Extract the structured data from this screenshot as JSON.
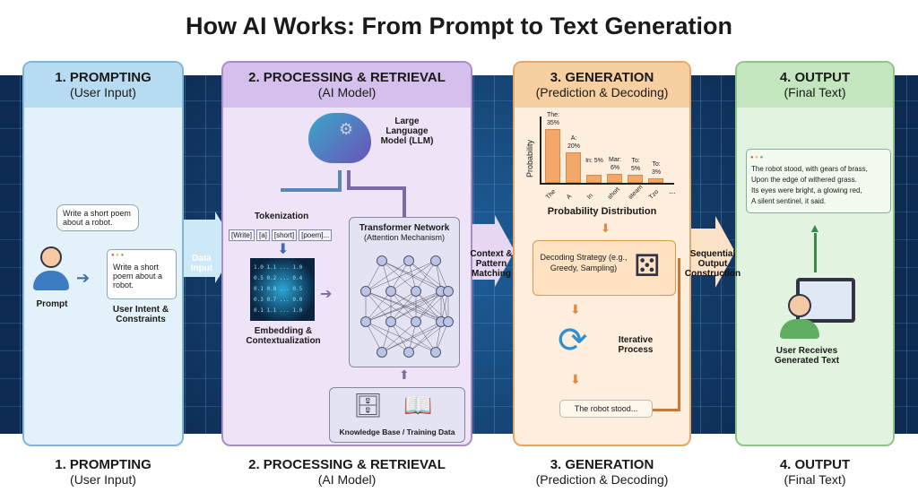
{
  "title": "How AI Works: From Prompt to Text Generation",
  "panels": [
    {
      "num": "1. PROMPTING",
      "sub": "(User Input)"
    },
    {
      "num": "2. PROCESSING & RETRIEVAL",
      "sub": "(AI Model)"
    },
    {
      "num": "3. GENERATION",
      "sub": "(Prediction & Decoding)"
    },
    {
      "num": "4. OUTPUT",
      "sub": "(Final Text)"
    }
  ],
  "prompting": {
    "bubble": "Write a short poem about a robot.",
    "window_text": "Write a short poem about a robot.",
    "user_label": "Prompt",
    "intent_label": "User Intent & Constraints"
  },
  "connectors": {
    "data_input": "Data Input",
    "context": "Context & Pattern Matching",
    "sequential": "Sequential Output Construction"
  },
  "processing": {
    "llm": "Large Language Model (LLM)",
    "tokenization": "Tokenization",
    "tokens": [
      "[Write]",
      "[a]",
      "[short]",
      "[poem]..."
    ],
    "embedding": "Embedding & Contextualization",
    "matrix": [
      "1.0 1.1 ... 1.0",
      "0.5 0.2 ... 0.4",
      "0.1 0.8 ... 0.5",
      "0.3 0.7 ... 0.0",
      "0.1 1.1 ... 1.0"
    ],
    "transformer": "Transformer Network",
    "attention": "(Attention Mechanism)",
    "kb": "Knowledge Base / Training Data"
  },
  "generation": {
    "axis": "Probability",
    "dist_title": "Probability Distribution",
    "distribution": [
      {
        "word": "The",
        "label": "The: 35%",
        "value": 35
      },
      {
        "word": "A",
        "label": "A: 20%",
        "value": 20
      },
      {
        "word": "In",
        "label": "In: 5%",
        "value": 5
      },
      {
        "word": "short",
        "label": "Mar: 6%",
        "value": 6
      },
      {
        "word": "steam",
        "label": "To: 5%",
        "value": 5
      },
      {
        "word": "Tzo",
        "label": "To: 3%",
        "value": 3
      }
    ],
    "ellipsis": "...",
    "decoding": "Decoding Strategy (e.g., Greedy, Sampling)",
    "iterative": "Iterative Process",
    "partial": "The robot stood..."
  },
  "output": {
    "lines": [
      "The robot stood, with gears of brass,",
      "Upon the edge of withered grass.",
      "Its eyes were bright, a glowing red,",
      "A silent sentinel, it said."
    ],
    "user_label": "User Receives Generated Text"
  },
  "colors": {
    "blue": "#d9ecf8",
    "purple": "#ece0f5",
    "orange": "#fdebd6",
    "green": "#def2dc"
  }
}
